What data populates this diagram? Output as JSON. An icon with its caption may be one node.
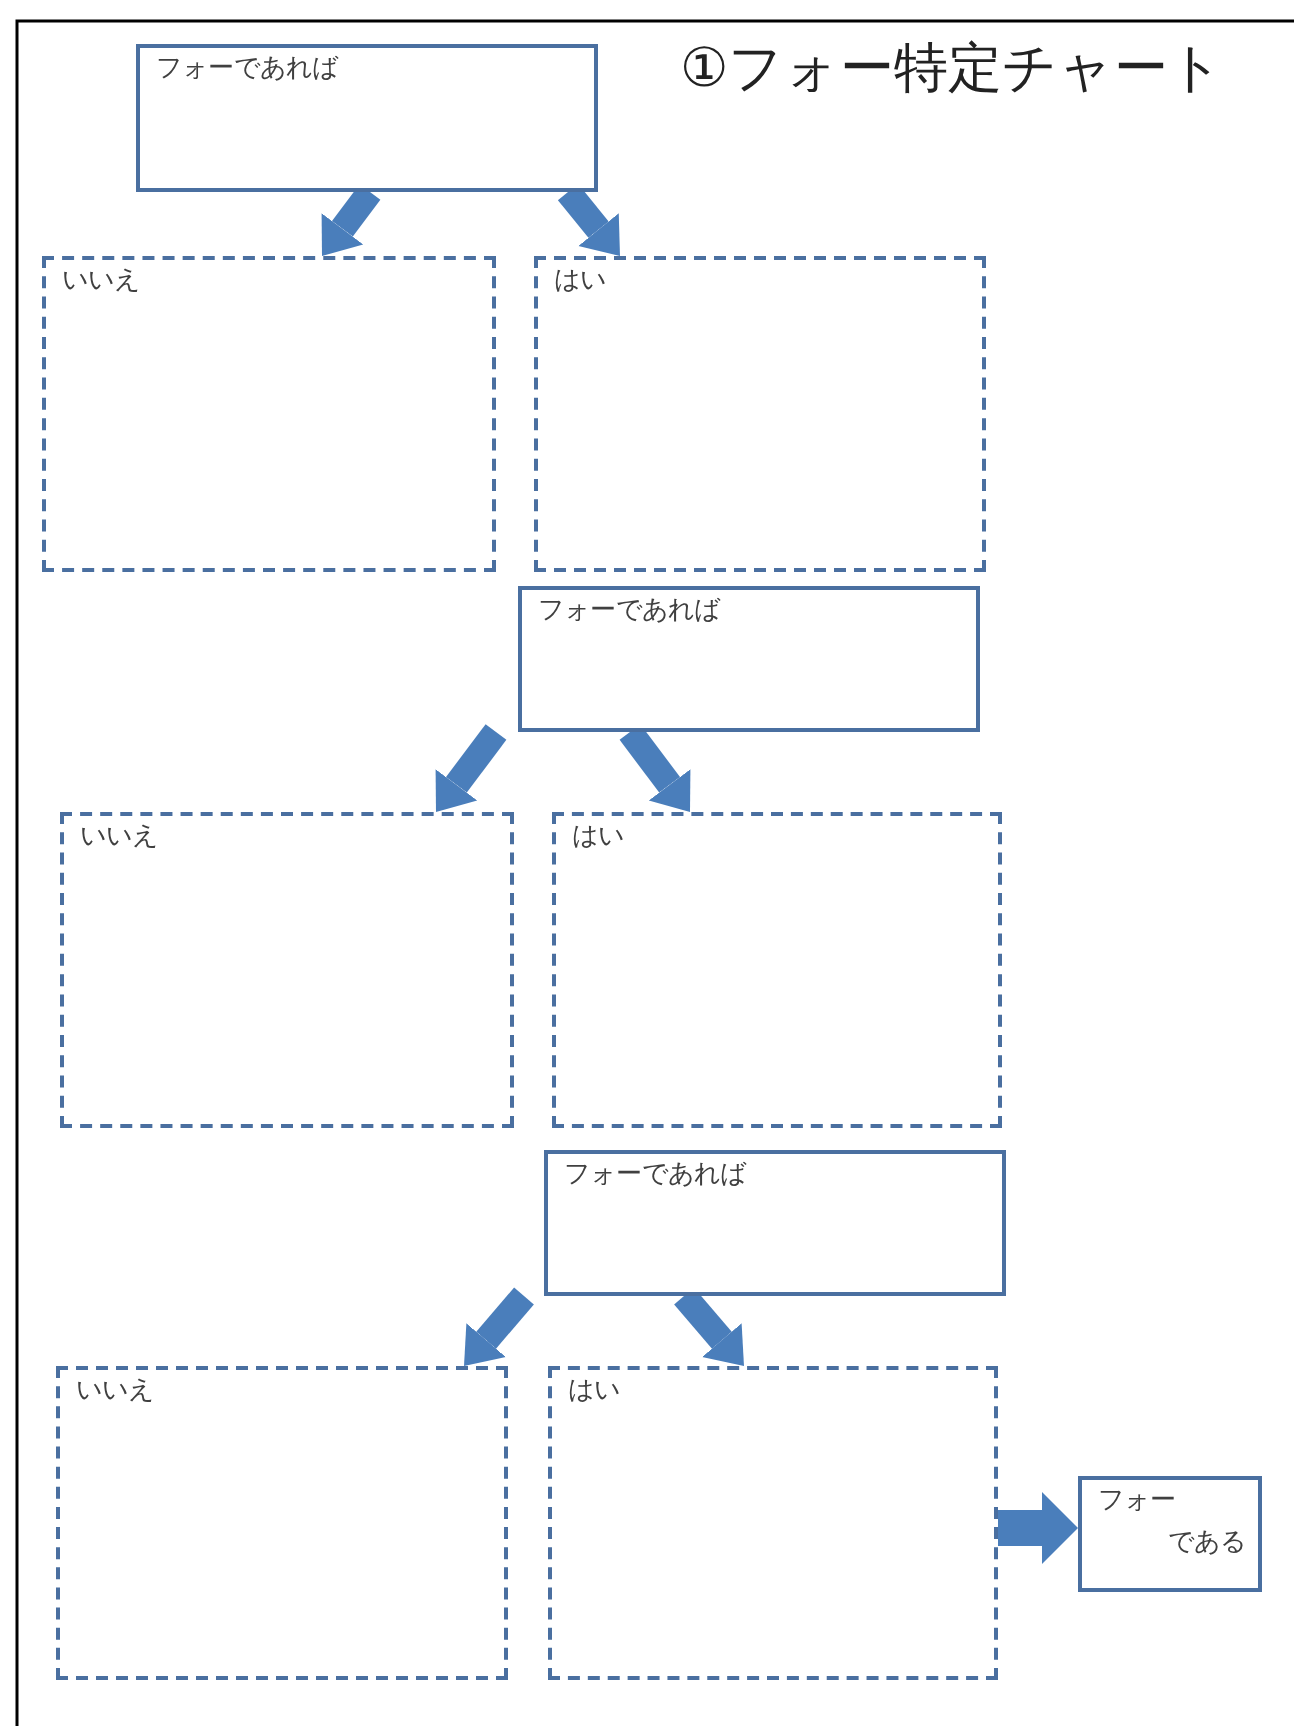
{
  "diagram": {
    "title": "①フォー特定チャート",
    "nodes": [
      {
        "text": [
          "フォーであれば"
        ]
      },
      {
        "text": [
          "いいえ"
        ]
      },
      {
        "text": [
          "はい"
        ]
      },
      {
        "text": [
          "フォーであれば"
        ]
      },
      {
        "text": [
          "いいえ"
        ]
      },
      {
        "text": [
          "はい"
        ]
      },
      {
        "text": [
          "フォーであれば"
        ]
      },
      {
        "text": [
          "いいえ"
        ]
      },
      {
        "text": [
          "はい"
        ]
      },
      {
        "text": [
          "フォー",
          "である"
        ]
      }
    ],
    "edges": [
      {
        "from": 0,
        "to": 1,
        "arrow": "to"
      },
      {
        "from": 0,
        "to": 2,
        "arrow": "to"
      },
      {
        "from": 3,
        "to": 4,
        "arrow": "to"
      },
      {
        "from": 3,
        "to": 5,
        "arrow": "to"
      },
      {
        "from": 6,
        "to": 7,
        "arrow": "to"
      },
      {
        "from": 6,
        "to": 8,
        "arrow": "to"
      },
      {
        "from": 8,
        "to": 9,
        "arrow": "to"
      }
    ]
  }
}
